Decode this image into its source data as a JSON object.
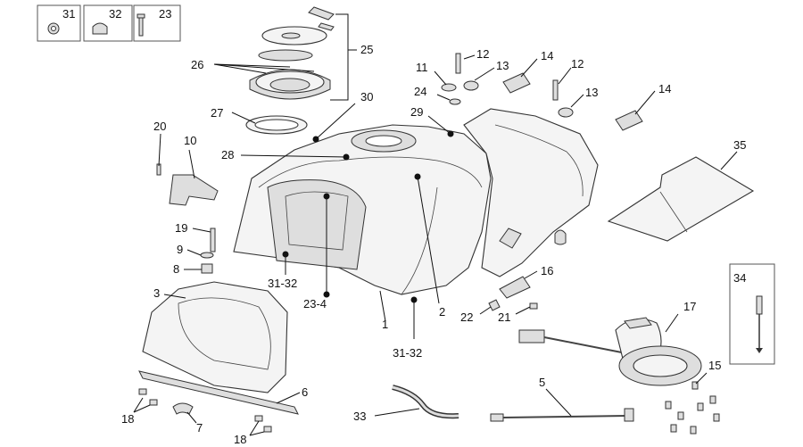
{
  "diagram": {
    "labels": [
      {
        "id": "31a",
        "text": "31"
      },
      {
        "id": "32a",
        "text": "32"
      },
      {
        "id": "23",
        "text": "23"
      },
      {
        "id": "25",
        "text": "25"
      },
      {
        "id": "26",
        "text": "26"
      },
      {
        "id": "27",
        "text": "27"
      },
      {
        "id": "28",
        "text": "28"
      },
      {
        "id": "30",
        "text": "30"
      },
      {
        "id": "29",
        "text": "29"
      },
      {
        "id": "20",
        "text": "20"
      },
      {
        "id": "10",
        "text": "10"
      },
      {
        "id": "19",
        "text": "19"
      },
      {
        "id": "9",
        "text": "9"
      },
      {
        "id": "8",
        "text": "8"
      },
      {
        "id": "3",
        "text": "3"
      },
      {
        "id": "31-32a",
        "text": "31-32"
      },
      {
        "id": "23-4",
        "text": "23-4"
      },
      {
        "id": "1",
        "text": "1"
      },
      {
        "id": "2",
        "text": "2"
      },
      {
        "id": "31-32b",
        "text": "31-32"
      },
      {
        "id": "11",
        "text": "11"
      },
      {
        "id": "12a",
        "text": "12"
      },
      {
        "id": "13a",
        "text": "13"
      },
      {
        "id": "24",
        "text": "24"
      },
      {
        "id": "14a",
        "text": "14"
      },
      {
        "id": "12b",
        "text": "12"
      },
      {
        "id": "13b",
        "text": "13"
      },
      {
        "id": "14b",
        "text": "14"
      },
      {
        "id": "35",
        "text": "35"
      },
      {
        "id": "34",
        "text": "34"
      },
      {
        "id": "16",
        "text": "16"
      },
      {
        "id": "22",
        "text": "22"
      },
      {
        "id": "21",
        "text": "21"
      },
      {
        "id": "17",
        "text": "17"
      },
      {
        "id": "15",
        "text": "15"
      },
      {
        "id": "5",
        "text": "5"
      },
      {
        "id": "6",
        "text": "6"
      },
      {
        "id": "7",
        "text": "7"
      },
      {
        "id": "18a",
        "text": "18"
      },
      {
        "id": "18b",
        "text": "18"
      },
      {
        "id": "33",
        "text": "33"
      }
    ]
  }
}
